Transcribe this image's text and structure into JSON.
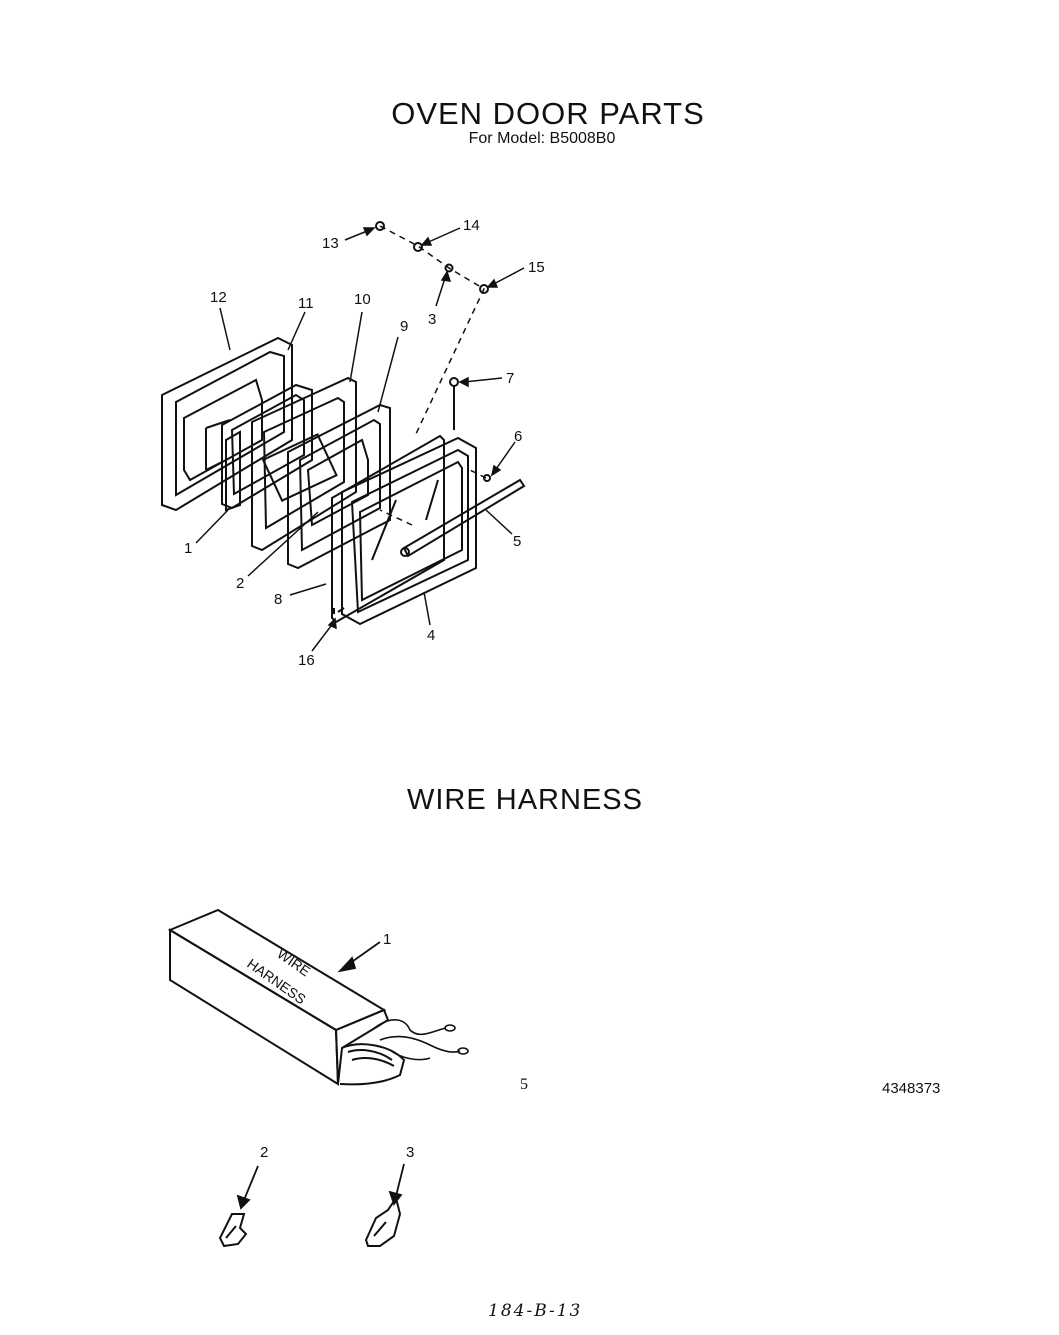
{
  "header": {
    "title": "OVEN DOOR PARTS",
    "model_line": "For Model: B5008B0"
  },
  "oven_door": {
    "callouts": [
      {
        "id": "c1",
        "label": "1"
      },
      {
        "id": "c2",
        "label": "2"
      },
      {
        "id": "c3",
        "label": "3"
      },
      {
        "id": "c4",
        "label": "4"
      },
      {
        "id": "c5",
        "label": "5"
      },
      {
        "id": "c6",
        "label": "6"
      },
      {
        "id": "c7",
        "label": "7"
      },
      {
        "id": "c8",
        "label": "8"
      },
      {
        "id": "c9",
        "label": "9"
      },
      {
        "id": "c10",
        "label": "10"
      },
      {
        "id": "c11",
        "label": "11"
      },
      {
        "id": "c12",
        "label": "12"
      },
      {
        "id": "c13",
        "label": "13"
      },
      {
        "id": "c14",
        "label": "14"
      },
      {
        "id": "c15",
        "label": "15"
      },
      {
        "id": "c16",
        "label": "16"
      }
    ]
  },
  "wire_harness": {
    "title": "WIRE HARNESS",
    "box_label_line1": "WIRE",
    "box_label_line2": "HARNESS",
    "callouts": [
      {
        "id": "h1",
        "label": "1"
      },
      {
        "id": "h2",
        "label": "2"
      },
      {
        "id": "h3",
        "label": "3"
      }
    ]
  },
  "footer": {
    "page_number": "5",
    "doc_number": "4348373",
    "handwritten_code": "184-B-13"
  }
}
